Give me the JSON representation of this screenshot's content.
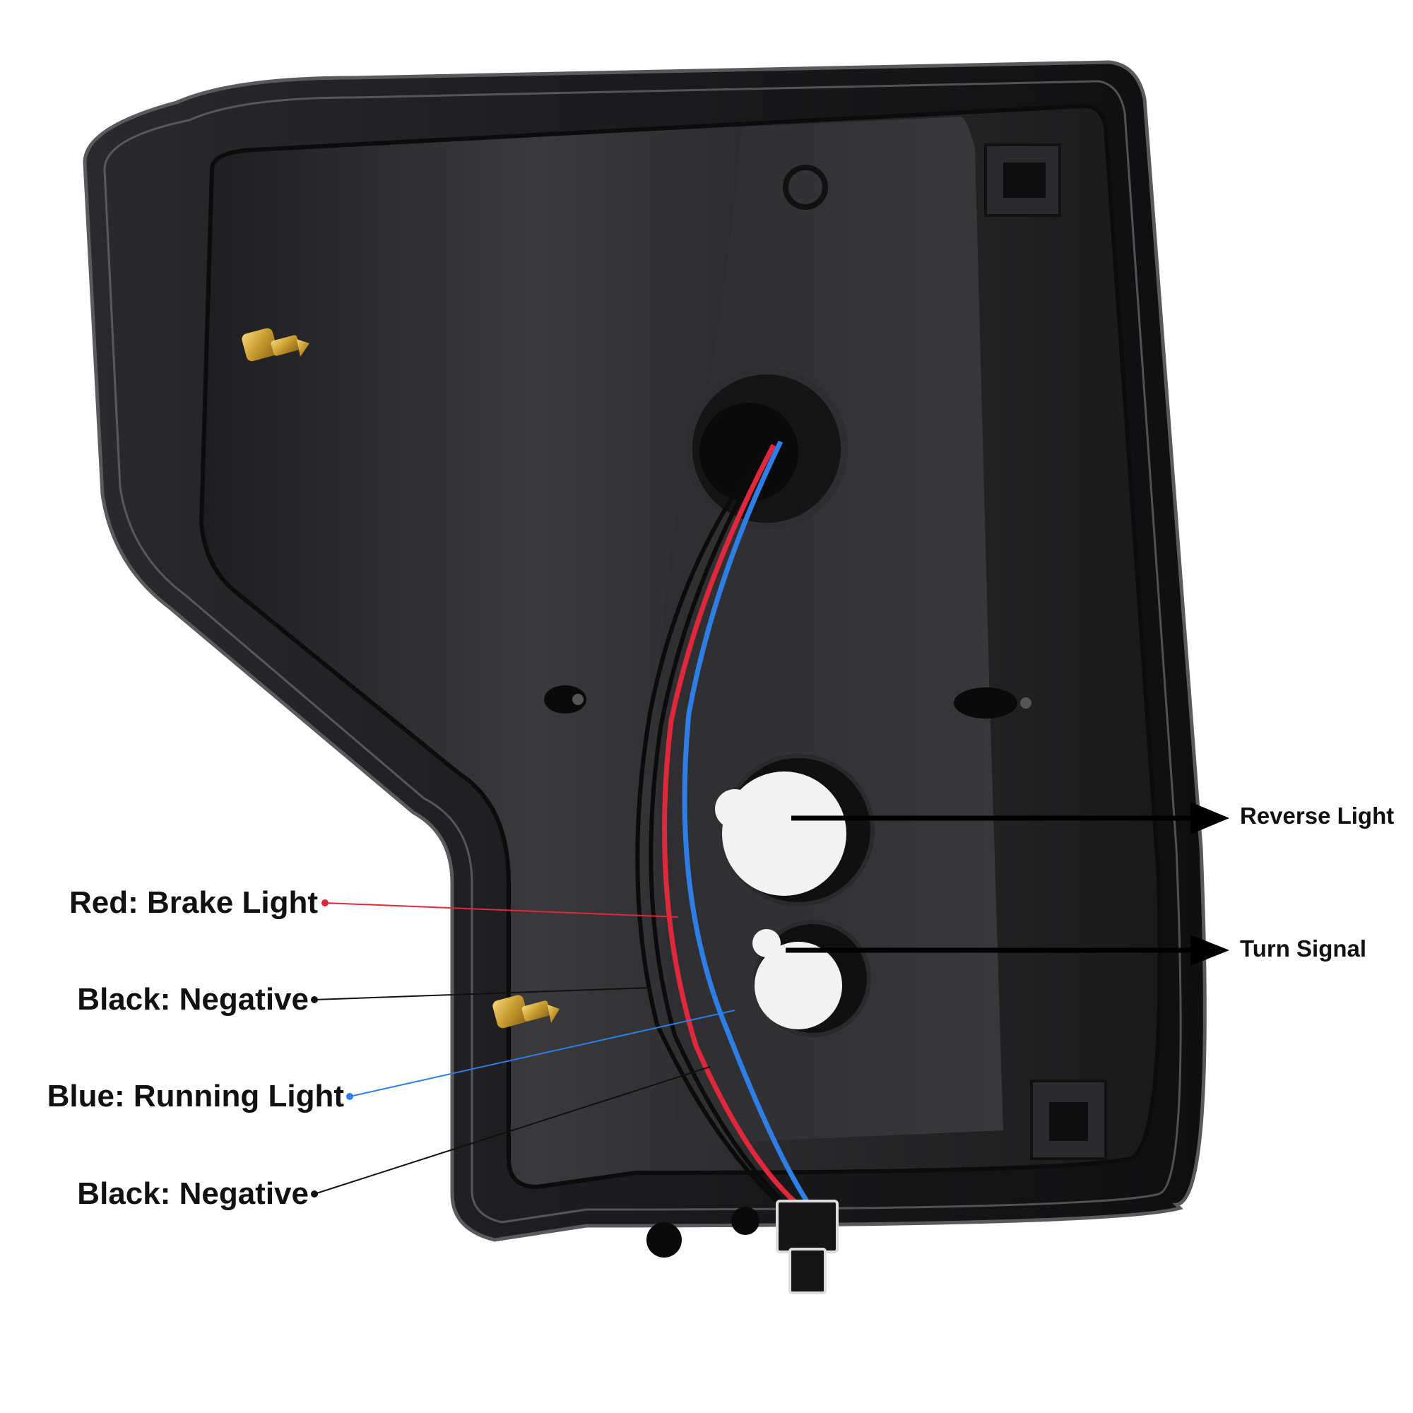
{
  "product": {
    "subject": "Tail light rear housing with wiring harness",
    "housing_color": "#1c1c1e",
    "bulb_socket_color": "#f2f2f2"
  },
  "wires": [
    {
      "id": "brake",
      "label": "Red: Brake Light",
      "color": "#e0283c",
      "dot_color": "#e0283c"
    },
    {
      "id": "negative_1",
      "label": "Black: Negative",
      "color": "#111111",
      "dot_color": "#111111"
    },
    {
      "id": "running",
      "label": "Blue: Running Light",
      "color": "#2f7ee6",
      "dot_color": "#2f7ee6"
    },
    {
      "id": "negative_2",
      "label": "Black: Negative",
      "color": "#111111",
      "dot_color": "#111111"
    }
  ],
  "callouts": [
    {
      "id": "reverse",
      "label": "Reverse Light",
      "arrow_color": "#000000"
    },
    {
      "id": "turn",
      "label": "Turn Signal",
      "arrow_color": "#000000"
    }
  ]
}
